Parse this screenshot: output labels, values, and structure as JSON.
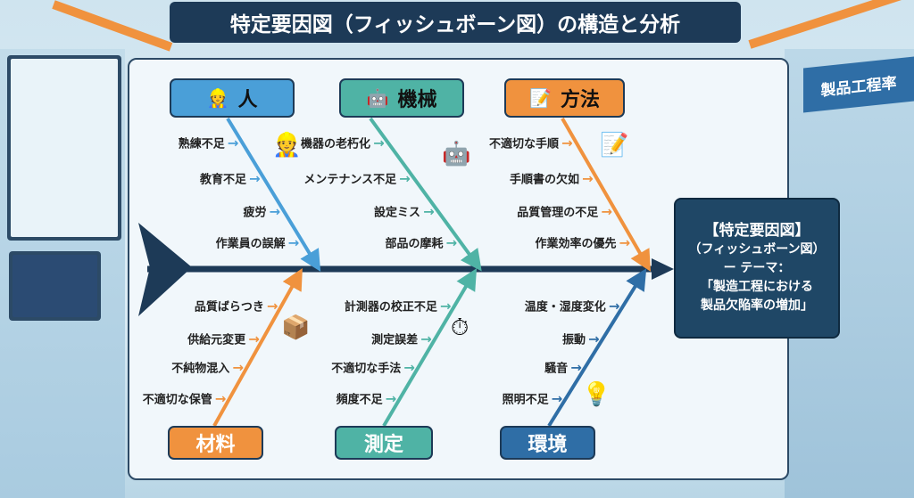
{
  "title": "特定要因図（フィッシュボーン図）の構造と分析",
  "background_screen_title": "製品工程率",
  "colors": {
    "blue": "#4a9fd8",
    "teal": "#4fb3a5",
    "orange": "#f0923e",
    "navy": "#1d3a57",
    "envblue": "#2f6ea6"
  },
  "categories": [
    {
      "label": "人",
      "position": "top",
      "color": "#4a9fd8",
      "icon": "worker-icon",
      "causes": [
        "熟練不足",
        "教育不足",
        "疲労",
        "作業員の誤解"
      ]
    },
    {
      "label": "機械",
      "position": "top",
      "color": "#4fb3a5",
      "icon": "machine-icon",
      "causes": [
        "機器の老朽化",
        "メンテナンス不足",
        "設定ミス",
        "部品の摩耗"
      ]
    },
    {
      "label": "方法",
      "position": "top",
      "color": "#f0923e",
      "icon": "process-icon",
      "causes": [
        "不適切な手順",
        "手順書の欠如",
        "品質管理の不足",
        "作業効率の優先"
      ]
    },
    {
      "label": "材料",
      "position": "bottom",
      "color": "#f0923e",
      "icon": "box-icon",
      "causes": [
        "品質ばらつき",
        "供給元変更",
        "不純物混入",
        "不適切な保管"
      ]
    },
    {
      "label": "測定",
      "position": "bottom",
      "color": "#4fb3a5",
      "icon": "gauge-icon",
      "causes": [
        "計測器の校正不足",
        "測定誤差",
        "不適切な手法",
        "頻度不足"
      ]
    },
    {
      "label": "環境",
      "position": "bottom",
      "color": "#2f6ea6",
      "icon": "bulb-icon",
      "causes": [
        "温度・湿度変化",
        "振動",
        "騒音",
        "照明不足"
      ]
    }
  ],
  "head": {
    "line1": "【特定要因図】",
    "line2": "（フィッシュボーン図）",
    "line3": "ー テーマ：",
    "line4": "「製造工程における",
    "line5": "製品欠陥率の増加」"
  }
}
